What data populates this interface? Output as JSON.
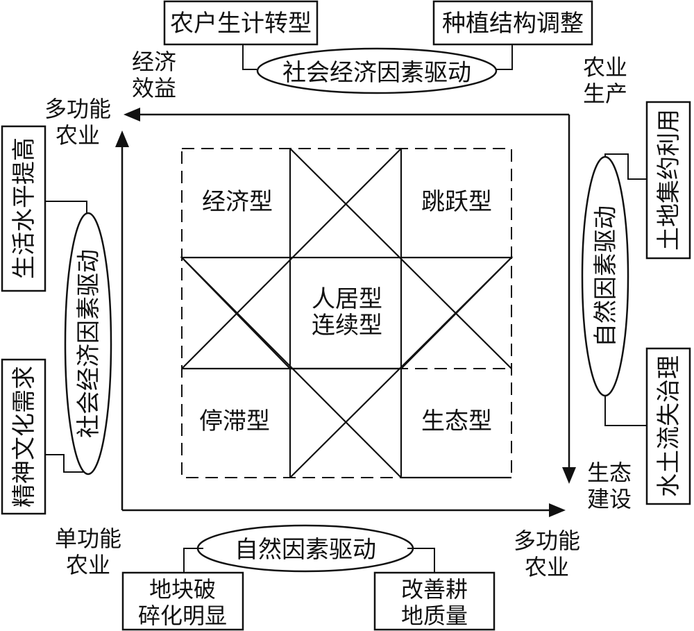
{
  "top": {
    "box_left": "农户生计转型",
    "box_right": "种植结构调整",
    "ellipse": "社会经济因素驱动",
    "corner_left": [
      "经济",
      "效益"
    ],
    "corner_right": [
      "农业",
      "生产"
    ]
  },
  "left": {
    "box_top": "生活水平提高",
    "box_bottom": "精神文化需求",
    "ellipse": "社会经济因素驱动",
    "axis_top": [
      "多功能",
      "农业"
    ]
  },
  "right": {
    "box_top": "土地集约利用",
    "box_bottom": "水土流失治理",
    "ellipse": "自然因素驱动",
    "axis_bottom": [
      "生态",
      "建设"
    ]
  },
  "bottom": {
    "box_left": [
      "地块破",
      "碎化明显"
    ],
    "box_right": [
      "改善耕",
      "地质量"
    ],
    "ellipse": "自然因素驱动",
    "corner_left": [
      "单功能",
      "农业"
    ],
    "corner_right": [
      "多功能",
      "农业"
    ]
  },
  "grid": {
    "tl": "经济型",
    "tr": "跳跃型",
    "center": [
      "人居型",
      "连续型"
    ],
    "bl": "停滞型",
    "br": "生态型"
  }
}
